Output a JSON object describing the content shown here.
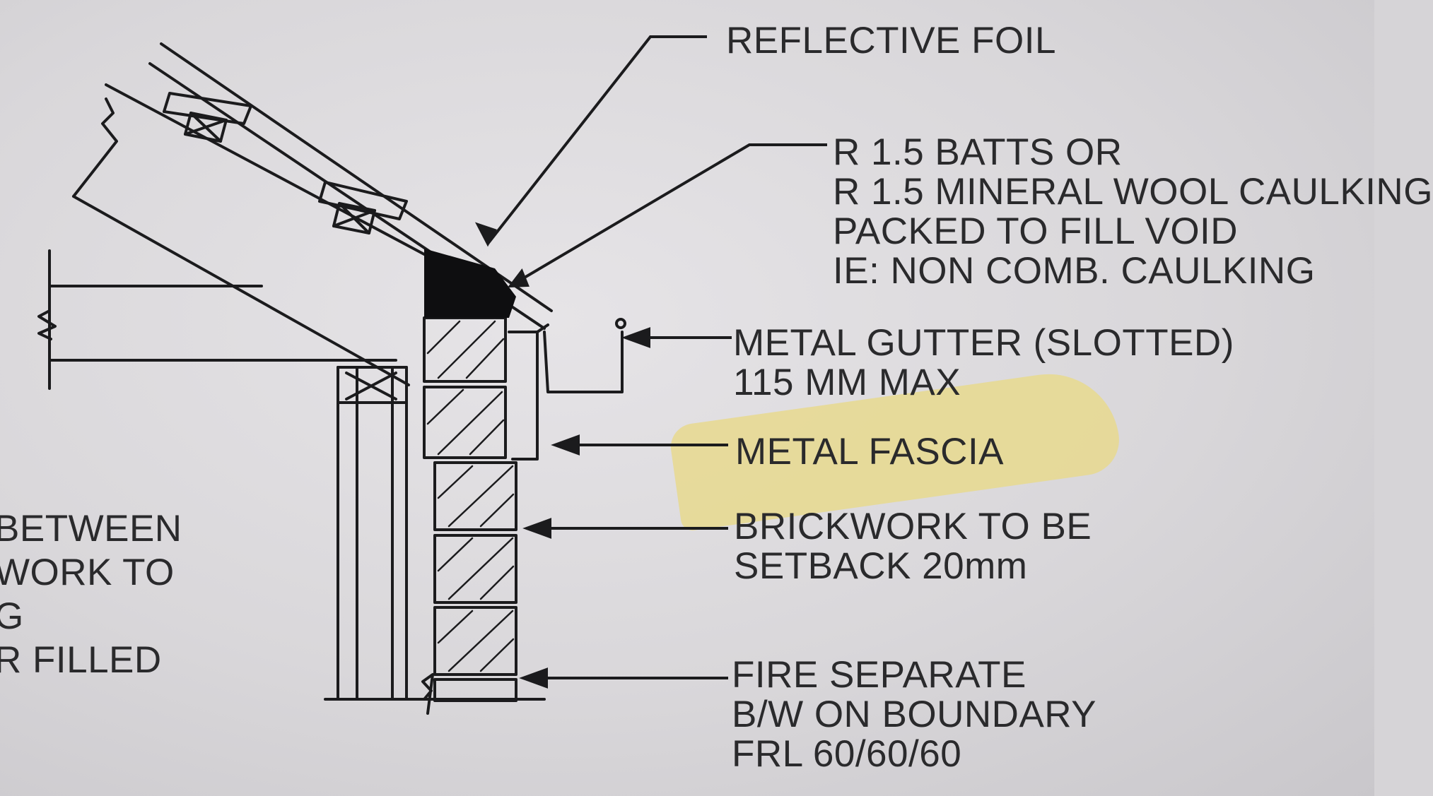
{
  "labels": {
    "reflective_foil": "REFLECTIVE FOIL",
    "batts": [
      "R 1.5 BATTS OR",
      "R 1.5 MINERAL WOOL CAULKING",
      "PACKED TO FILL VOID",
      "IE: NON COMB. CAULKING"
    ],
    "gutter": [
      "METAL GUTTER (SLOTTED)",
      "115 MM MAX"
    ],
    "fascia": "METAL FASCIA",
    "brickwork": [
      "BRICKWORK TO BE",
      "SETBACK 20mm"
    ],
    "fire": [
      "FIRE SEPARATE",
      "B/W ON BOUNDARY",
      "FRL 60/60/60"
    ],
    "left_partial": [
      "BETWEEN",
      "WORK TO",
      "G",
      "R FILLED"
    ]
  },
  "highlight_color": "#e8d98e",
  "line_color": "#1b1b1d"
}
